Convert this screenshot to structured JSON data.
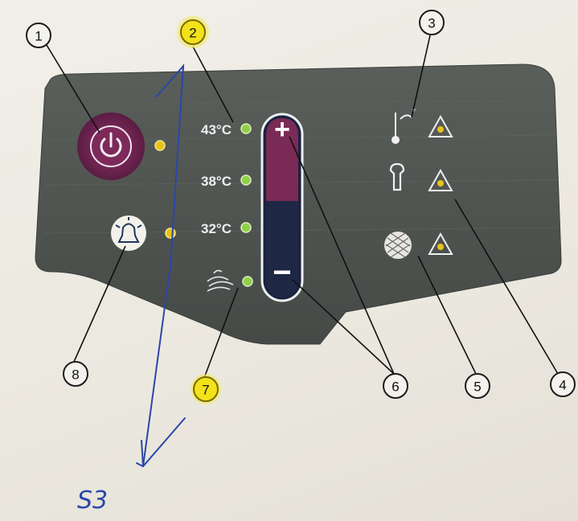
{
  "panel": {
    "temps": [
      "43°C",
      "38°C",
      "32°C"
    ],
    "colors": {
      "panel": "#4e5350",
      "power_ring": "#7d2a5a",
      "bar_top": "#7a2b55",
      "bar_bottom": "#1e2845",
      "led_green": "#8fcf4a",
      "led_yellow": "#e8c21a",
      "callout_highlight": "#f2e21a"
    }
  },
  "callouts": [
    {
      "id": "1",
      "label": "1",
      "highlight": false
    },
    {
      "id": "2",
      "label": "2",
      "highlight": true
    },
    {
      "id": "3",
      "label": "3",
      "highlight": false
    },
    {
      "id": "4",
      "label": "4",
      "highlight": false
    },
    {
      "id": "5",
      "label": "5",
      "highlight": false
    },
    {
      "id": "6",
      "label": "6",
      "highlight": false
    },
    {
      "id": "7",
      "label": "7",
      "highlight": true
    },
    {
      "id": "8",
      "label": "8",
      "highlight": false
    }
  ],
  "buttons": {
    "plus": "+",
    "minus": "−"
  },
  "handwritten_note": "S3",
  "icons": [
    "power-icon",
    "alarm-bell-icon",
    "thermometer-icon",
    "wrench-icon",
    "filter-icon",
    "warning-triangle-icon",
    "fan-icon"
  ]
}
